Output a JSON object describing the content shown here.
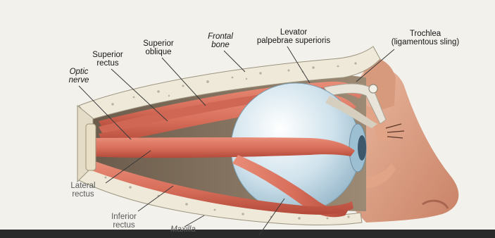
{
  "labels": {
    "optic_nerve": [
      "Optic",
      "nerve"
    ],
    "superior_rectus": [
      "Superior",
      "rectus"
    ],
    "superior_oblique": [
      "Superior",
      "oblique"
    ],
    "frontal_bone": [
      "Frontal",
      "bone"
    ],
    "levator": [
      "Levator",
      "palpebrae superioris"
    ],
    "trochlea": [
      "Trochlea",
      "(ligamentous sling)"
    ],
    "lateral_rectus": [
      "Lateral",
      "rectus"
    ],
    "inferior_rectus": [
      "Inferior",
      "rectus"
    ],
    "maxilla": "Maxilla"
  },
  "colors": {
    "muscle": "#d8705c",
    "muscle_dark": "#b44a3a",
    "bone": "#efe9d9",
    "bone_pore": "#b8b19f",
    "eyeball": "#cfe2ec",
    "skin": "#d99c80",
    "leader_line": "#3a3a3a",
    "label_text": "#161616"
  }
}
